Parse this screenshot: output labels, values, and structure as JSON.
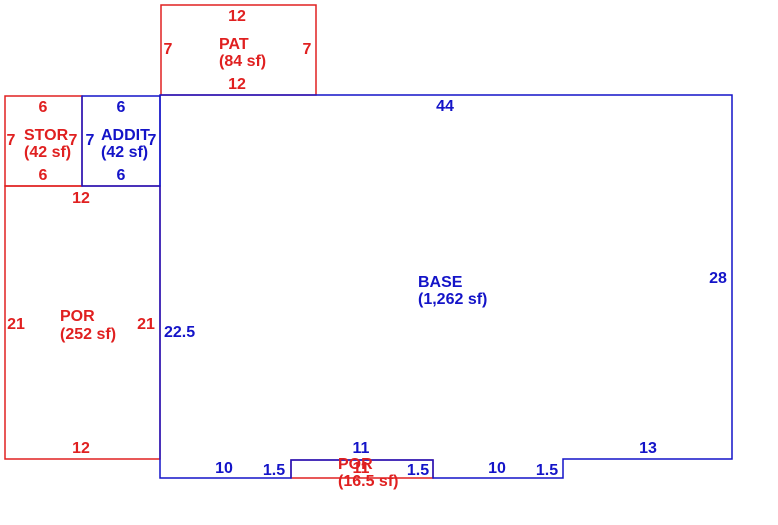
{
  "colors": {
    "red": "#e02020",
    "blue": "#1414c8"
  },
  "areas": {
    "pat": {
      "name": "PAT",
      "area": "(84 sf)",
      "top": "12",
      "bottom": "12",
      "left": "7",
      "right": "7"
    },
    "stor": {
      "name": "STOR",
      "area": "(42 sf)",
      "top": "6",
      "bottom": "6",
      "left": "7",
      "right": "7"
    },
    "addit": {
      "name": "ADDIT",
      "area": "(42 sf)",
      "top": "6",
      "bottom": "6",
      "left": "7",
      "right": "7"
    },
    "por": {
      "name": "POR",
      "area": "(252 sf)",
      "top": "12",
      "bottom": "12",
      "left": "21",
      "right": "21"
    },
    "base": {
      "name": "BASE",
      "area": "(1,262 sf)",
      "top": "44",
      "right": "28",
      "left": "22.5",
      "bottom_a": "10",
      "step_a": "1.5",
      "notch": "11",
      "step_b": "1.5",
      "bottom_b": "10",
      "step_c": "1.5",
      "bottom_c": "13"
    },
    "por_small": {
      "name": "POR",
      "area": "(16.5 sf)",
      "dim": "11"
    }
  }
}
